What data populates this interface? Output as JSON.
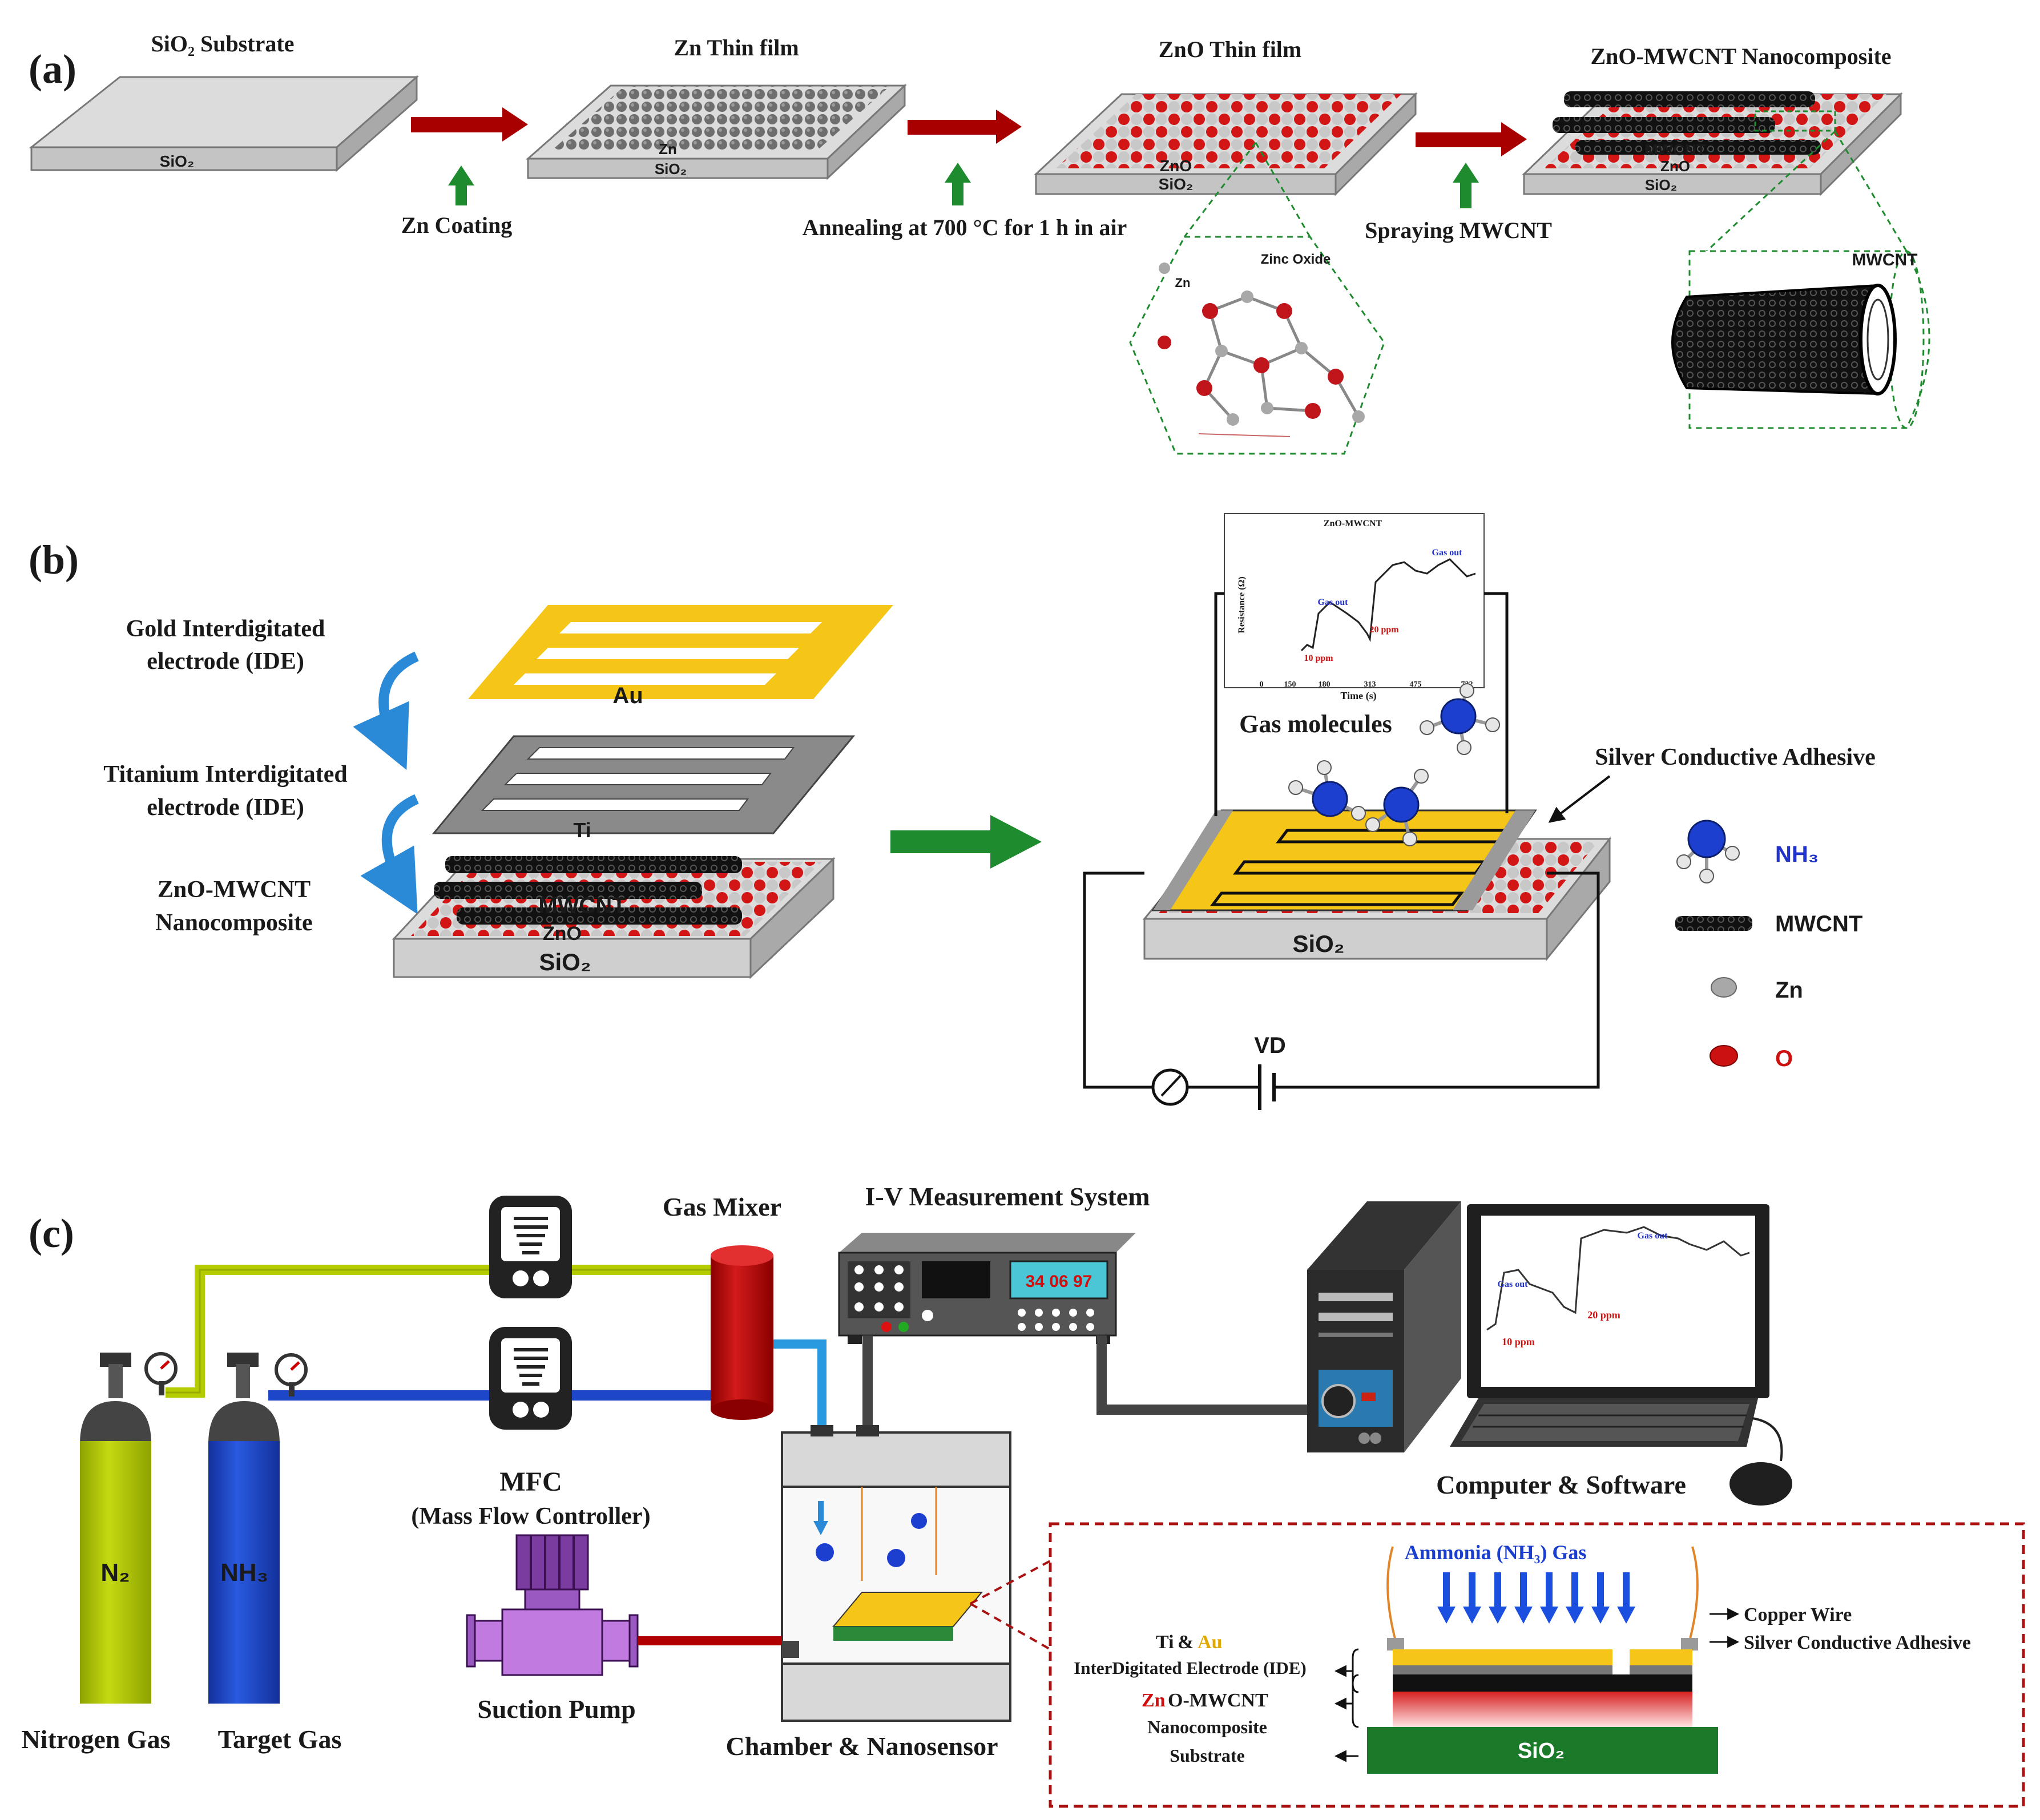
{
  "panel_a": {
    "label": "(a)",
    "steps": [
      {
        "title": "SiO₂ Substrate",
        "layer": "SiO₂"
      },
      {
        "title": "Zn Thin film",
        "layer": "SiO₂",
        "sublayer": "Zn"
      },
      {
        "title": "ZnO Thin film",
        "layer": "SiO₂",
        "sublayer": "ZnO"
      },
      {
        "title": "ZnO-MWCNT Nanocomposite",
        "layer": "SiO₂",
        "sublayer": "ZnO",
        "top": "MWCNT"
      }
    ],
    "processes": [
      "Zn Coating",
      "Annealing at 700 °C for 1 h in air",
      "Spraying MWCNT"
    ],
    "inset_zno": {
      "title": "Zinc Oxide",
      "atom_label": "Zn"
    },
    "inset_mwcnt": {
      "title": "MWCNT"
    }
  },
  "panel_b": {
    "label": "(b)",
    "layers": [
      {
        "label_line1": "Gold Interdigitated",
        "label_line2": "electrode (IDE)",
        "tag": "Au"
      },
      {
        "label_line1": "Titanium Interdigitated",
        "label_line2": "electrode (IDE)",
        "tag": "Ti"
      },
      {
        "label_line1": "ZnO-MWCNT",
        "label_line2": "Nanocomposite",
        "tag": "MWCNT",
        "sub": "ZnO",
        "base": "SiO₂"
      }
    ],
    "gas_molecules": "Gas molecules",
    "silver_adhesive": "Silver Conductive Adhesive",
    "device_base": "SiO₂",
    "voltage": "VD",
    "legend": [
      {
        "label": "NH₃",
        "icon": "ammonia-molecule-icon",
        "color": "#2233cc"
      },
      {
        "label": "MWCNT",
        "icon": "nanotube-icon"
      },
      {
        "label": "Zn",
        "icon": "zinc-atom-icon"
      },
      {
        "label": "O",
        "icon": "oxygen-atom-icon",
        "color": "#cc0000"
      }
    ],
    "graph": {
      "title": "ZnO-MWCNT",
      "ylabel": "Resistance (Ω)",
      "xlabel": "Time (s)",
      "xticks": [
        "0",
        "150",
        "180",
        "313",
        "475",
        "732"
      ],
      "annotations": [
        "Gas out",
        "Gas out",
        "10 ppm",
        "20 ppm"
      ]
    }
  },
  "panel_c": {
    "label": "(c)",
    "gas_mixer": "Gas Mixer",
    "iv_system": "I-V Measurement System",
    "display_reading": "34 06  97",
    "mfc_line1": "MFC",
    "mfc_line2": "(Mass Flow Controller)",
    "cylinder_n2": "N₂",
    "cylinder_nh3": "NH₃",
    "nitrogen_gas": "Nitrogen Gas",
    "target_gas": "Target Gas",
    "suction_pump": "Suction Pump",
    "chamber": "Chamber & Nanosensor",
    "computer": "Computer & Software",
    "monitor_annotations": [
      "Gas out",
      "Gas out",
      "10 ppm",
      "20 ppm"
    ],
    "detail": {
      "ammonia_gas": "Ammonia (NH₃) Gas",
      "copper_wire": "Copper Wire",
      "silver_adhesive": "Silver Conductive Adhesive",
      "ti_au_ti": "Ti",
      "ti_au_amp": "&",
      "ti_au_au": "Au",
      "ide": "InterDigitated Electrode (IDE)",
      "zno_zn": "Zn",
      "zno_rest": "O-MWCNT",
      "nanocomposite": "Nanocomposite",
      "substrate": "Substrate",
      "sio2": "SiO₂"
    }
  },
  "colors": {
    "arrow_red": "#a80000",
    "arrow_green": "#1e8c2e",
    "gold": "#f5c518",
    "titanium": "#8a8a8a",
    "oxygen": "#cc1111",
    "zinc": "#a8a8a8",
    "nitrogen_cylinder": "#b5cc00",
    "ammonia_cylinder": "#1d47c8",
    "mixer": "#b80000",
    "substrate_green": "#1a7a2a",
    "detail_border": "#aa1111",
    "blue_text": "#1a3fd0"
  }
}
